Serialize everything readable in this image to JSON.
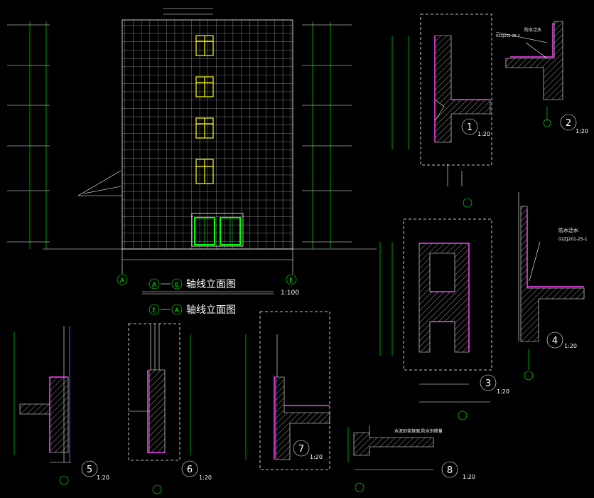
{
  "titles": {
    "elev1_a": "A",
    "elev1_b": "E",
    "elev1_text": "轴线立面图",
    "elev2_a": "E",
    "elev2_b": "A",
    "elev2_text": "轴线立面图",
    "scale_elev": "1:100"
  },
  "axis": {
    "left": "A",
    "right": "E"
  },
  "details": [
    {
      "num": "1",
      "scale": "1:20"
    },
    {
      "num": "2",
      "scale": "1:20"
    },
    {
      "num": "3",
      "scale": "1:20"
    },
    {
      "num": "4",
      "scale": "1:20"
    },
    {
      "num": "5",
      "scale": "1:20"
    },
    {
      "num": "6",
      "scale": "1:20"
    },
    {
      "num": "7",
      "scale": "1:20"
    },
    {
      "num": "8",
      "scale": "1:20"
    }
  ],
  "notes": {
    "d4_waterproof": "防水泛水",
    "d4_ref": "02ZJ201-25-1",
    "d2_ref": "02ZJ201-25-1",
    "d2_label": "防水泛水",
    "d8_note": "水泥砂浆抹面,防水剂掺量"
  },
  "colors": {
    "background": "#000000",
    "lines": "#ffffff",
    "windows": "#ffff00",
    "doors": "#00ff00",
    "membrane": "#ff40ff"
  }
}
